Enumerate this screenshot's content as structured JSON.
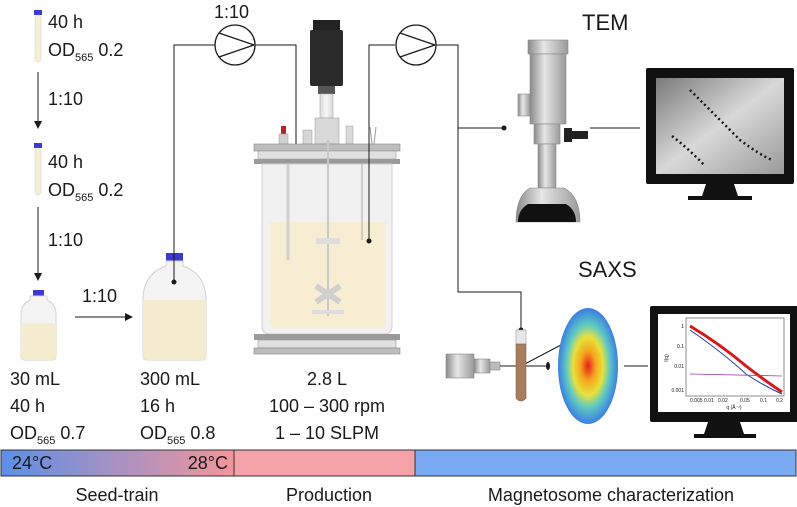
{
  "seed_train": {
    "tube1": {
      "time": "40 h",
      "od": "OD",
      "od_sub": "565",
      "od_val": " 0.2"
    },
    "ratio1": "1:10",
    "tube2": {
      "time": "40 h",
      "od": "OD",
      "od_sub": "565",
      "od_val": " 0.2"
    },
    "ratio2": "1:10",
    "bottle_small": {
      "volume": "30 mL",
      "time": "40 h",
      "od": "OD",
      "od_sub": "565",
      "od_val": " 0.7"
    },
    "ratio3": "1:10",
    "bottle_large": {
      "volume": "300 mL",
      "time": "16 h",
      "od": "OD",
      "od_sub": "565",
      "od_val": " 0.8"
    }
  },
  "pump_ratio": "1:10",
  "bioreactor": {
    "volume": "2.8 L",
    "stirring": "100 – 300 rpm",
    "aeration": "1 – 10 SLPM"
  },
  "tem": {
    "label": "TEM"
  },
  "saxs": {
    "label": "SAXS",
    "plot": {
      "y_ticks": [
        "1",
        "0.1",
        "0.01",
        "0.001"
      ],
      "x_ticks": [
        "0.005",
        "0.01",
        "0.02",
        "0.05",
        "0.1",
        "0.2"
      ],
      "ylabel": "I(q)",
      "xlabel": "q (Å⁻¹)"
    }
  },
  "phase_bar": {
    "temp_start": "24°C",
    "temp_end": "28°C",
    "phases": [
      "Seed-train",
      "Production",
      "Magnetosome characterization"
    ],
    "colors": {
      "seed_start": "#5b8fe8",
      "seed_end": "#f4959a",
      "production": "#f5a3a8",
      "characterization": "#7aaaf4"
    }
  }
}
